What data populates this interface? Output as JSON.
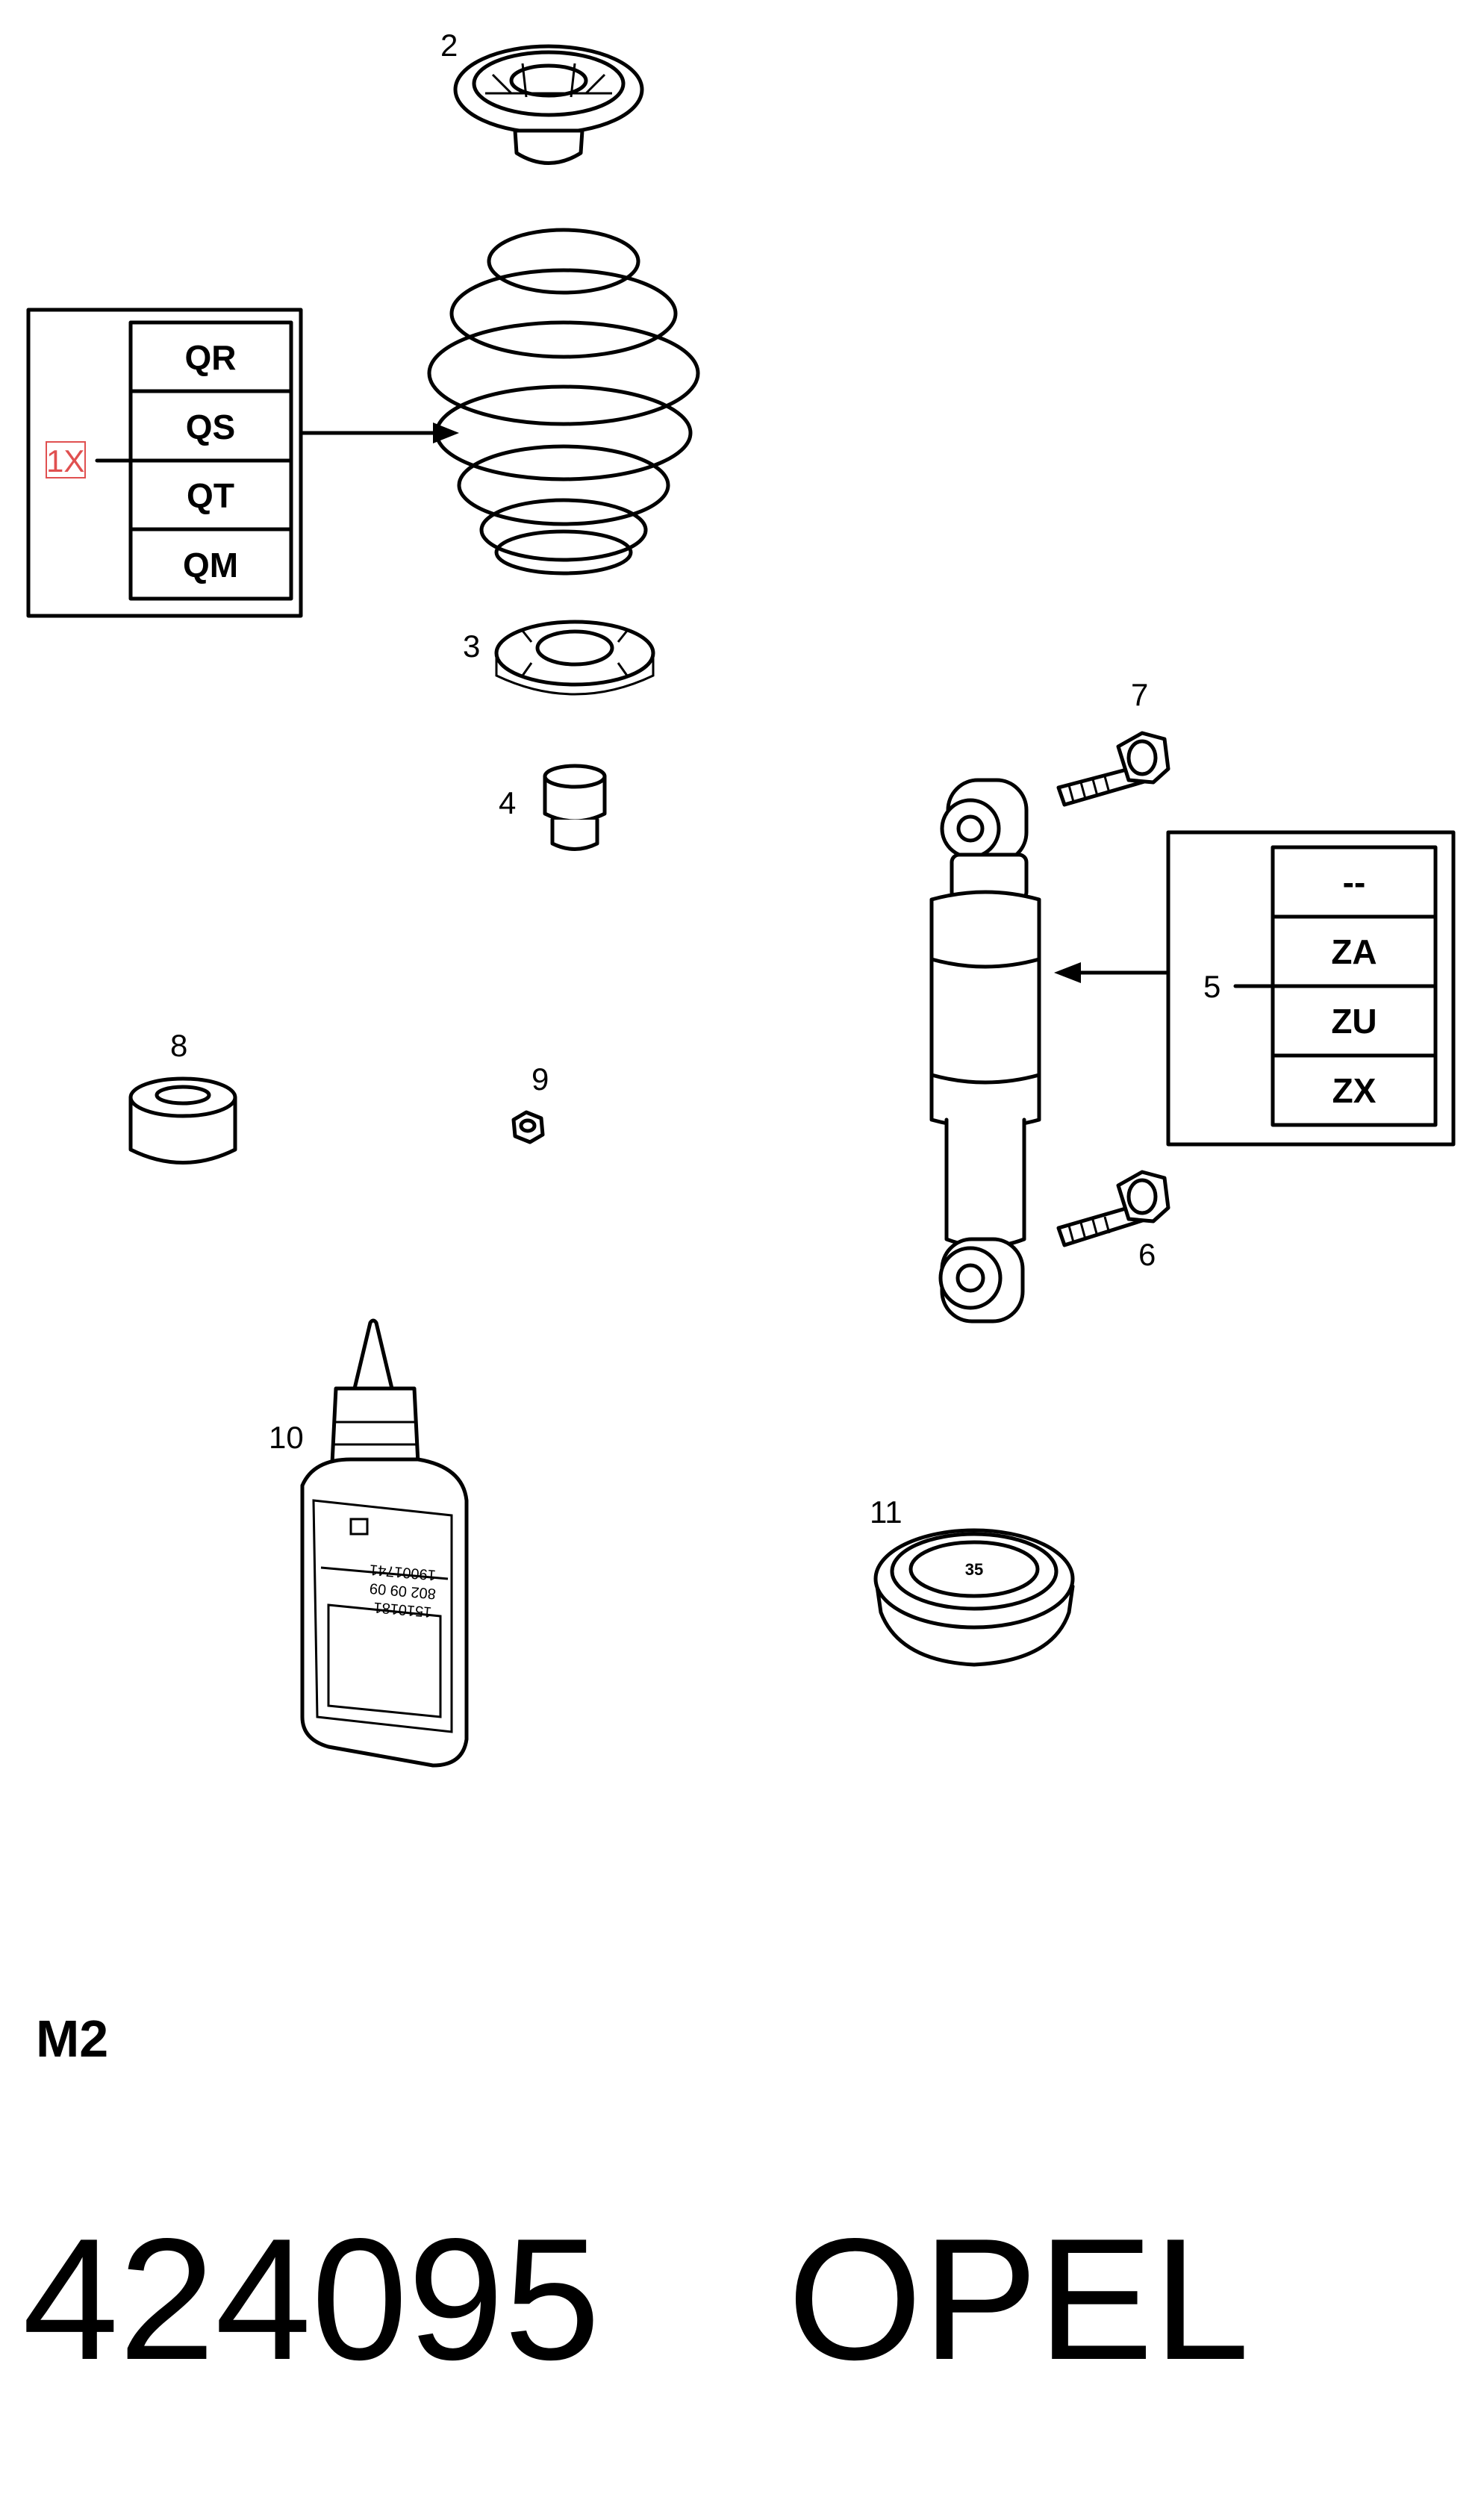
{
  "diagram": {
    "callouts": [
      "2",
      "3",
      "4",
      "5",
      "6",
      "7",
      "8",
      "9",
      "10",
      "11"
    ],
    "spring_box": {
      "qty": "1X",
      "codes": [
        "QR",
        "QS",
        "QT",
        "QM"
      ]
    },
    "shock_box": {
      "codes": [
        "--",
        "ZA",
        "ZU",
        "ZX"
      ]
    },
    "cap_label": "35",
    "bottle_label": [
      "19001741",
      "802 09 09",
      "1510181"
    ],
    "footer": {
      "section": "M2",
      "number": "424095",
      "brand": "OPEL"
    }
  }
}
